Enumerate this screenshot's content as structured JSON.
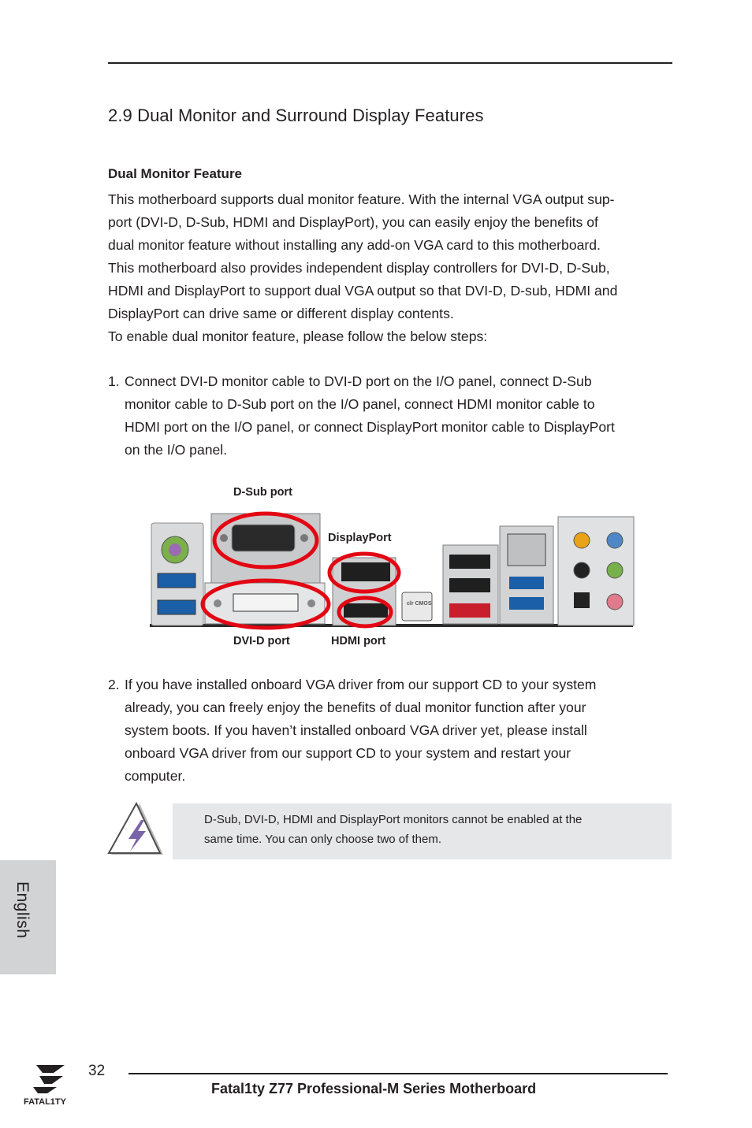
{
  "section_title": "2.9 Dual Monitor and Surround Display Features",
  "subheading": "Dual Monitor Feature",
  "intro_lines": [
    "This motherboard supports dual monitor feature. With the internal VGA output sup-",
    "port (DVI-D, D-Sub, HDMI and DisplayPort), you can easily enjoy the benefits of",
    "dual monitor feature without installing any add-on VGA card to this motherboard.",
    "This motherboard also provides independent display controllers for DVI-D, D-Sub,",
    "HDMI and DisplayPort to support dual VGA output so that DVI-D, D-sub, HDMI and",
    "DisplayPort can drive same or different display contents.",
    "To enable dual monitor feature, please follow the below steps:"
  ],
  "steps": [
    {
      "number": "1.",
      "lines": [
        "Connect DVI-D monitor cable to DVI-D port on the I/O panel, connect D-Sub",
        "monitor cable to D-Sub port on the I/O panel, connect HDMI monitor cable to",
        "HDMI port on the I/O panel, or connect DisplayPort monitor cable to DisplayPort",
        "on the I/O panel."
      ]
    },
    {
      "number": "2.",
      "lines": [
        "If you have installed onboard VGA driver from our support CD to your system",
        "already, you can freely enjoy the benefits of dual monitor function after your",
        "system boots. If you haven’t installed onboard VGA driver yet, please install",
        "onboard VGA driver from our support CD to your system and restart your",
        "computer."
      ]
    }
  ],
  "figure": {
    "label_dsub": "D-Sub port",
    "label_displayport": "DisplayPort",
    "label_dvi": "DVI-D port",
    "label_hdmi": "HDMI port",
    "clear_cmos_text": "clr CMOS",
    "highlight_color": "#e30613"
  },
  "note_lines": [
    "D-Sub, DVI-D, HDMI and DisplayPort monitors cannot be enabled at the",
    "same time. You can only choose two of them."
  ],
  "language_tab": "English",
  "page_number": "32",
  "footer_title": "Fatal1ty Z77 Professional-M Series Motherboard",
  "logo_text": "FATAL1TY"
}
